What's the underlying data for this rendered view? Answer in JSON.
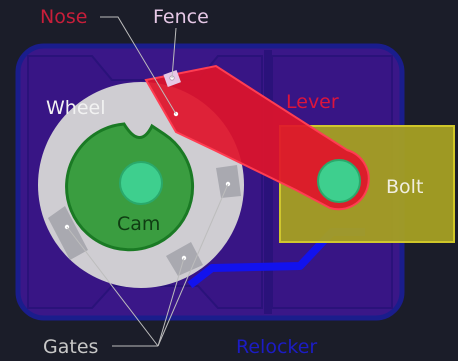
{
  "labels": {
    "nose": "Nose",
    "fence": "Fence",
    "wheel": "Wheel",
    "lever": "Lever",
    "cam": "Cam",
    "bolt": "Bolt",
    "gates": "Gates",
    "relocker": "Relocker"
  },
  "colors": {
    "background": "#1b1d29",
    "lock_body_fill": "#3a1788",
    "lock_body_stroke": "#1a1d8c",
    "wheel": "#cfcdd2",
    "cam_fill": "#3a9d40",
    "cam_stroke": "#1a7a24",
    "spindle": "#3ecf8e",
    "lever_fill": "#e0142a",
    "lever_stroke": "#ff3d52",
    "bolt_fill": "#a6a023",
    "bolt_stroke": "#d9d02a",
    "relocker": "#1212ee",
    "gate_plate": "#a9a9b0",
    "nose_label": "#c81e3a",
    "fence_label": "#e6c8e6",
    "wheel_label": "#f2f2f2",
    "lever_label": "#dc143c",
    "cam_label": "#0f3d12",
    "bolt_label": "#f0eee0",
    "gates_label": "#c8c8c8",
    "relocker_label": "#1c1cc4"
  }
}
